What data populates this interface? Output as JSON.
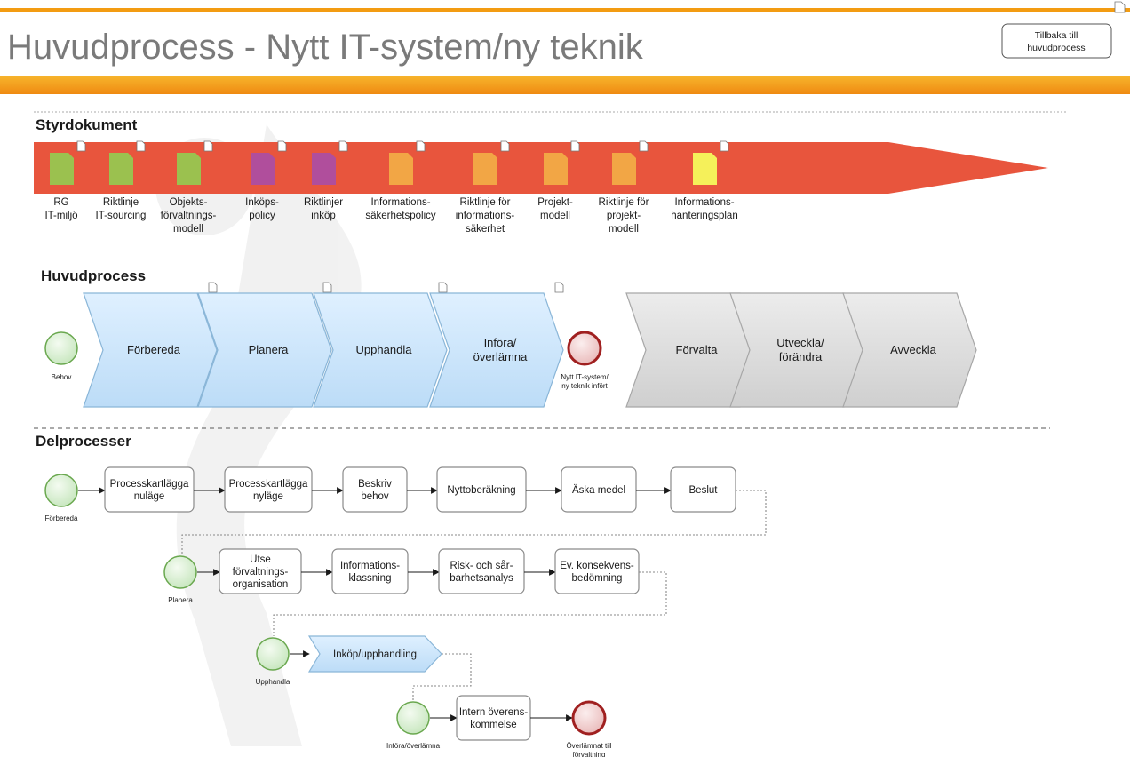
{
  "header": {
    "title": "Huvudprocess - Nytt IT-system/ny teknik",
    "back_button": [
      "Tillbaka till",
      "huvudprocess"
    ]
  },
  "colors": {
    "orange": "#f39c12",
    "red_band": "#e8553d",
    "blue": "#cfe6fb",
    "gray": "#d9d9d9",
    "green": "#d8f0d0",
    "red_event": "#f0c8c8"
  },
  "styrdokument": {
    "heading": "Styrdokument",
    "documents": [
      {
        "lines": [
          "RG",
          "IT-miljö"
        ],
        "color": "#9bc14f",
        "icon": "document-icon"
      },
      {
        "lines": [
          "Riktlinje",
          "IT-sourcing"
        ],
        "color": "#9bc14f",
        "icon": "document-icon"
      },
      {
        "lines": [
          "Objekts-",
          "förvaltnings-",
          "modell"
        ],
        "color": "#9bc14f",
        "icon": "document-icon"
      },
      {
        "lines": [
          "Inköps-",
          "policy"
        ],
        "color": "#b04e9c",
        "icon": "document-icon"
      },
      {
        "lines": [
          "Riktlinjer",
          "inköp"
        ],
        "color": "#b04e9c",
        "icon": "document-icon"
      },
      {
        "lines": [
          "Informations-",
          "säkerhetspolicy"
        ],
        "color": "#f2a645",
        "icon": "document-icon"
      },
      {
        "lines": [
          "Riktlinje för",
          "informations-",
          "säkerhet"
        ],
        "color": "#f2a645",
        "icon": "document-icon"
      },
      {
        "lines": [
          "Projekt-",
          "modell"
        ],
        "color": "#f2a645",
        "icon": "document-icon"
      },
      {
        "lines": [
          "Riktlinje för",
          "projekt-",
          "modell"
        ],
        "color": "#f2a645",
        "icon": "document-icon"
      },
      {
        "lines": [
          "Informations-",
          "hanteringsplan"
        ],
        "color": "#f5f05a",
        "icon": "document-icon"
      }
    ]
  },
  "huvudprocess": {
    "heading": "Huvudprocess",
    "start_event": "Behov",
    "end_event": [
      "Nytt IT-system/",
      "ny teknik infört"
    ],
    "steps": [
      {
        "lines": [
          "Förbereda"
        ],
        "kind": "active"
      },
      {
        "lines": [
          "Planera"
        ],
        "kind": "active"
      },
      {
        "lines": [
          "Upphandla"
        ],
        "kind": "active"
      },
      {
        "lines": [
          "Införa/",
          "överlämna"
        ],
        "kind": "active"
      },
      {
        "lines": [
          "Förvalta"
        ],
        "kind": "later"
      },
      {
        "lines": [
          "Utveckla/",
          "förändra"
        ],
        "kind": "later"
      },
      {
        "lines": [
          "Avveckla"
        ],
        "kind": "later"
      }
    ]
  },
  "delprocesser": {
    "heading": "Delprocesser",
    "rows": [
      {
        "event": "Förbereda",
        "tasks": [
          [
            "Processkartlägga",
            "nuläge"
          ],
          [
            "Processkartlägga",
            "nyläge"
          ],
          [
            "Beskriv",
            "behov"
          ],
          [
            "Nyttoberäkning"
          ],
          [
            "Äska medel"
          ],
          [
            "Beslut"
          ]
        ]
      },
      {
        "event": "Planera",
        "tasks": [
          [
            "Utse",
            "förvaltnings-",
            "organisation"
          ],
          [
            "Informations-",
            "klassning"
          ],
          [
            "Risk- och sår-",
            "barhetsanalys"
          ],
          [
            "Ev. konsekvens-",
            "bedömning"
          ]
        ]
      },
      {
        "event": "Upphandla",
        "tasks": [
          [
            "Inköp/upphandling"
          ]
        ]
      },
      {
        "event": "Införa/överlämna",
        "tasks": [
          [
            "Intern överens-",
            "kommelse"
          ]
        ],
        "end_event": [
          "Överlämnat till",
          "förvaltning"
        ]
      }
    ]
  }
}
